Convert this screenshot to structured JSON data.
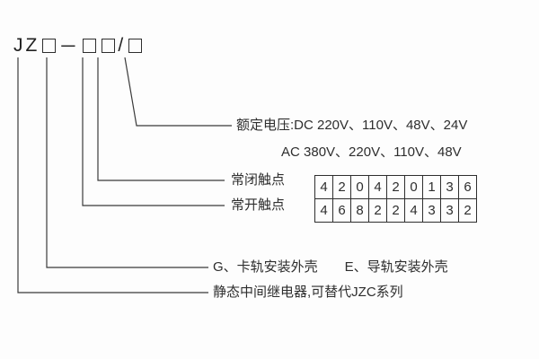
{
  "model": {
    "prefix": "JZ",
    "dash": "－",
    "slash": "/"
  },
  "labels": {
    "voltage_dc": "额定电压:DC 220V、110V、48V、24V",
    "voltage_ac": "AC 380V、220V、110V、48V",
    "nc_contact": "常闭触点",
    "no_contact": "常开触点",
    "shell_g": "G、卡轨安装外壳",
    "shell_e": "E、导轨安装外壳",
    "relay_desc": "静态中间继电器,可替代JZC系列"
  },
  "contact_table": {
    "nc_row": [
      "4",
      "2",
      "0",
      "4",
      "2",
      "0",
      "1",
      "3",
      "6"
    ],
    "no_row": [
      "4",
      "6",
      "8",
      "2",
      "2",
      "4",
      "3",
      "3",
      "2"
    ]
  },
  "colors": {
    "line": "#3a3a3a",
    "text": "#2e2e2e",
    "background": "#fdfdfd"
  }
}
